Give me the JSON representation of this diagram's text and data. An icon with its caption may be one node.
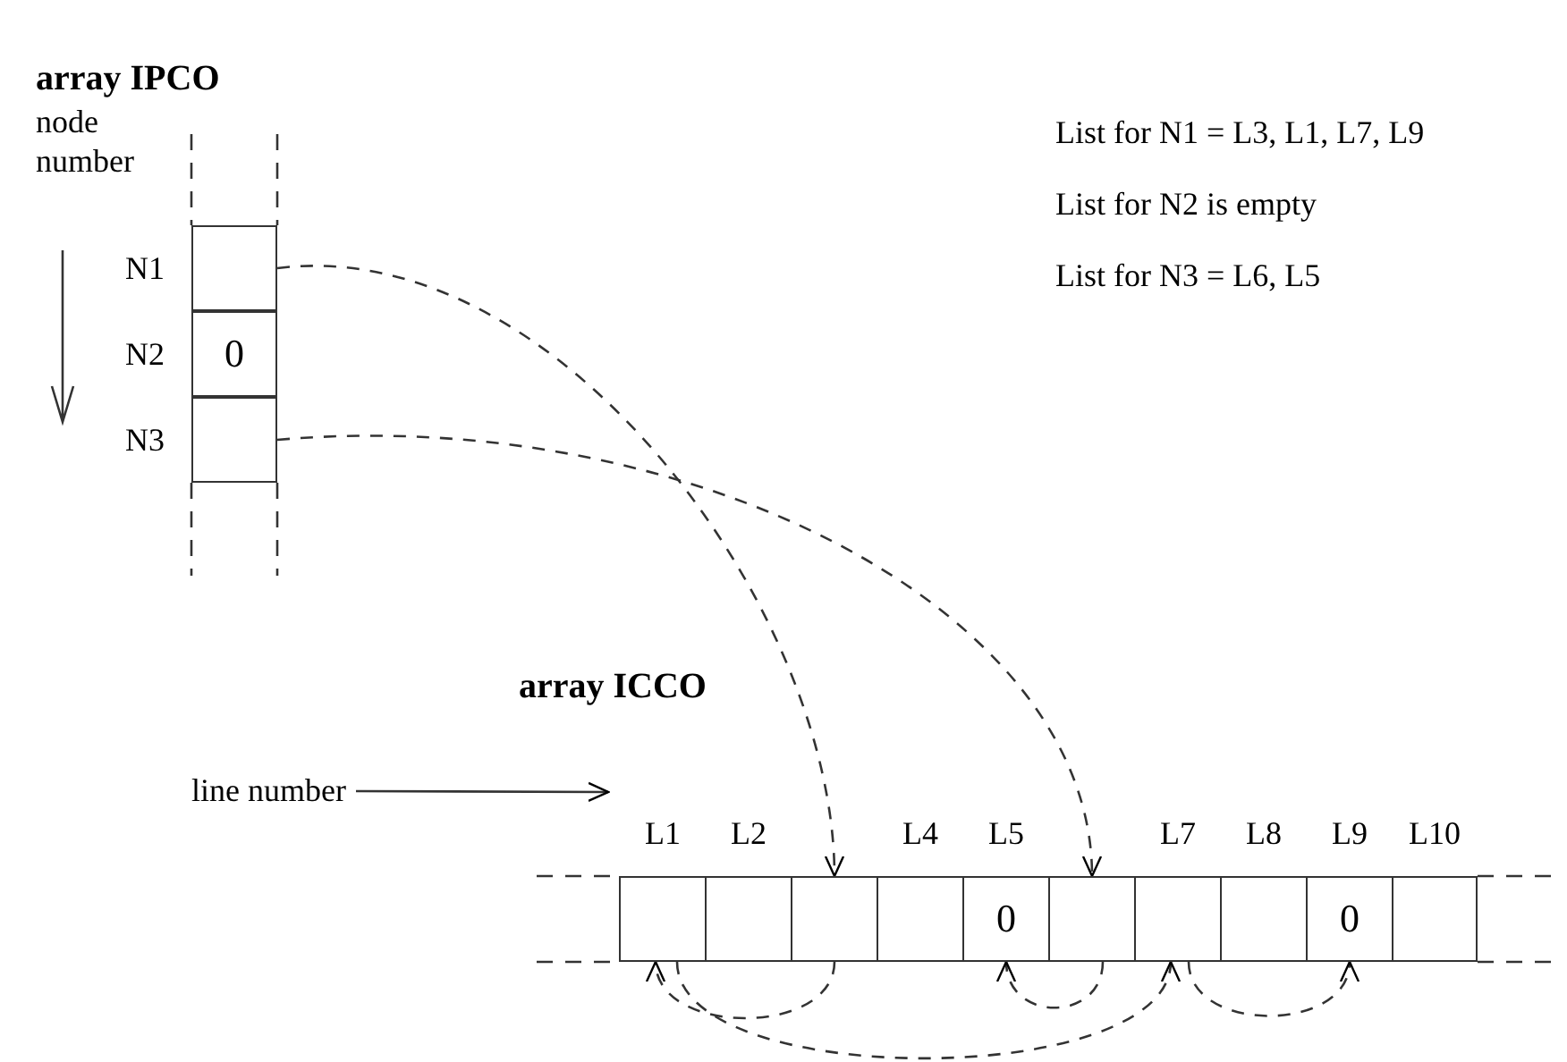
{
  "diagram": {
    "nodes": [
      {
        "text": [],
        "shape": "box",
        "beside": [
          "N1"
        ]
      },
      {
        "text": [
          "0"
        ],
        "beside": [
          "N2"
        ]
      },
      {
        "text": [],
        "shape": "box",
        "beside": [
          "N3"
        ]
      },
      {
        "text": [
          "line number"
        ]
      },
      {
        "text": [],
        "shape": "box",
        "beside": [
          "L1"
        ]
      },
      {
        "text": [],
        "shape": "box",
        "beside": [
          "L2"
        ]
      },
      {
        "text": [],
        "shape": "box"
      },
      {
        "text": [],
        "shape": "box",
        "beside": [
          "L4"
        ]
      },
      {
        "text": [
          "0"
        ],
        "beside": [
          "L5"
        ]
      },
      {
        "text": [],
        "shape": "box"
      },
      {
        "text": [],
        "shape": "box",
        "beside": [
          "L7"
        ]
      },
      {
        "text": [],
        "shape": "box",
        "beside": [
          "L8"
        ]
      },
      {
        "text": [
          "0"
        ],
        "beside": [
          "L9"
        ]
      },
      {
        "text": [],
        "shape": "box",
        "beside": [
          "L10"
        ]
      }
    ],
    "edges": [
      {
        "from": 0,
        "to": 6,
        "arrow": "to",
        "style": "dashed"
      },
      {
        "from": 2,
        "to": 9,
        "arrow": "to",
        "style": "dashed"
      },
      {
        "from": 6,
        "to": 4,
        "arrow": "to",
        "style": "dashed"
      },
      {
        "from": 4,
        "to": 10,
        "arrow": "to",
        "style": "dashed"
      },
      {
        "from": 10,
        "to": 12,
        "arrow": "to",
        "style": "dashed"
      },
      {
        "from": 9,
        "to": 8,
        "arrow": "to",
        "style": "dashed"
      },
      {
        "from": 3,
        "to": null,
        "arrow": "to"
      }
    ],
    "labels": [
      "array IPCO",
      "node number",
      "List for N1 = L3, L1, L7, L9",
      "List for N2 is empty",
      "List for N3 = L6, L5",
      "array ICCO"
    ]
  }
}
